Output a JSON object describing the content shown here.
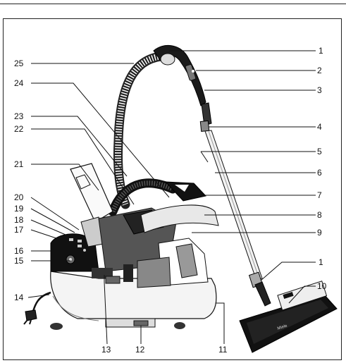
{
  "labels": {
    "l1_top": "1",
    "l2": "2",
    "l3": "3",
    "l4": "4",
    "l5": "5",
    "l6": "6",
    "l7": "7",
    "l8": "8",
    "l9": "9",
    "l1_bottom": "1",
    "l10": "10",
    "l11": "11",
    "l12": "12",
    "l13": "13",
    "l14": "14",
    "l15": "15",
    "l16": "16",
    "l17": "17",
    "l18": "18",
    "l19": "19",
    "l20": "20",
    "l21": "21",
    "l22": "22",
    "l23": "23",
    "l24": "24",
    "l25": "25"
  },
  "floorhead_brand": "Miele"
}
